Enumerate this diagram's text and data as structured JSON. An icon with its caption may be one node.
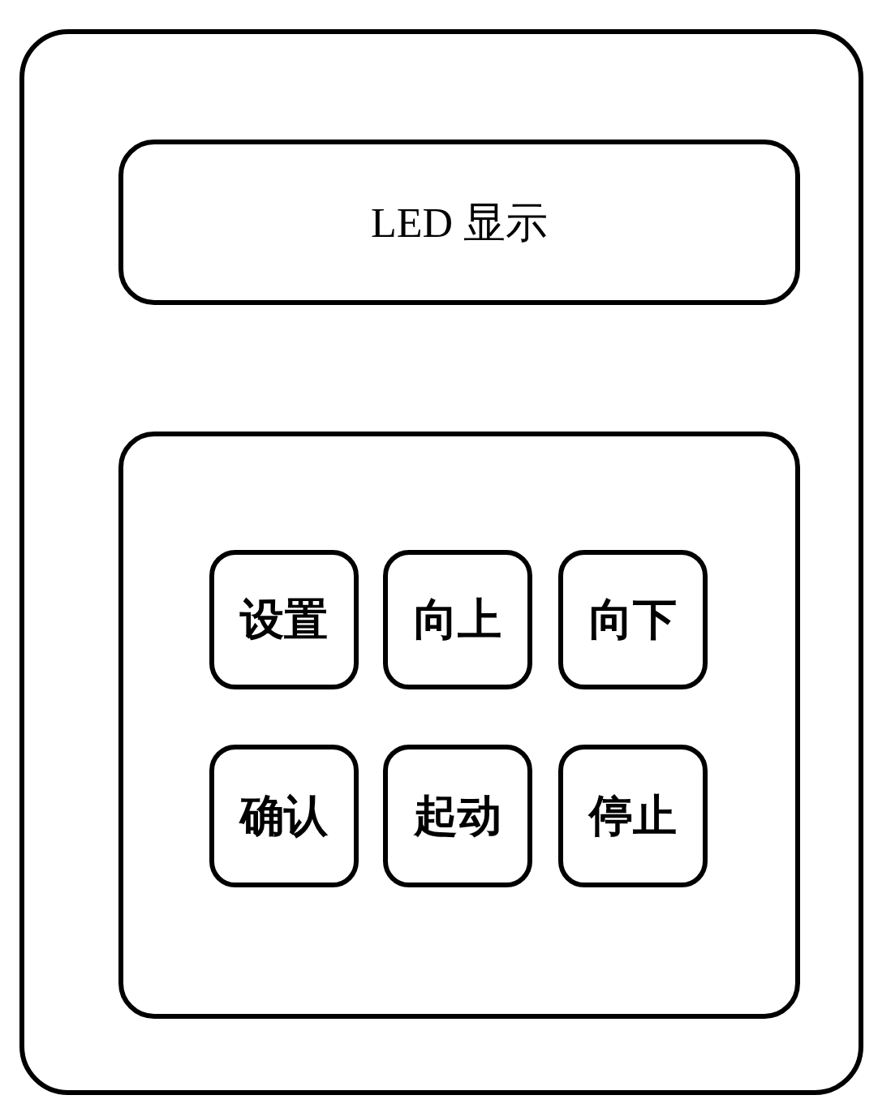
{
  "diagram": {
    "nodes": [
      {
        "text": [],
        "shape": "box"
      },
      {
        "text": [
          "LED 显示"
        ],
        "in": 0
      },
      {
        "text": [],
        "shape": "box",
        "in": 0
      },
      {
        "text": [
          "设置"
        ],
        "in": 2
      },
      {
        "text": [
          "向上"
        ],
        "in": 2
      },
      {
        "text": [
          "向下"
        ],
        "in": 2
      },
      {
        "text": [
          "确认"
        ],
        "in": 2
      },
      {
        "text": [
          "起动"
        ],
        "in": 2
      },
      {
        "text": [
          "停止"
        ],
        "in": 2
      }
    ]
  }
}
